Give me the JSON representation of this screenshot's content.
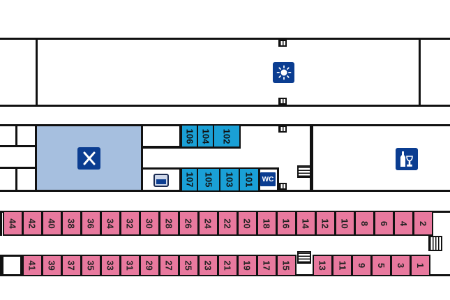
{
  "deck_plan": {
    "colors": {
      "passenger_cabin": "#e8799e",
      "crew_cabin": "#1aa0d6",
      "restaurant": "#a6bfdf",
      "icon_background": "#0b3d91"
    },
    "sun_deck": {
      "icon": "sun-icon"
    },
    "restaurant": {
      "icon": "cutlery-icon"
    },
    "bar": {
      "icon": "wine-bar-icon"
    },
    "galley": {
      "icon": "oven-icon"
    },
    "wc": {
      "label": "WC"
    },
    "crew_cabins_upper": [
      "106",
      "104",
      "102"
    ],
    "crew_cabins_lower": [
      "107",
      "105",
      "103",
      "101"
    ],
    "cabins_even": [
      "44",
      "42",
      "40",
      "38",
      "36",
      "34",
      "32",
      "30",
      "28",
      "26",
      "24",
      "22",
      "20",
      "18",
      "16",
      "14",
      "12",
      "10",
      "8",
      "6",
      "4",
      "2"
    ],
    "cabins_odd_left": [
      "41",
      "39",
      "37",
      "35",
      "33",
      "31",
      "29",
      "27",
      "25",
      "23",
      "21",
      "19",
      "17",
      "15"
    ],
    "cabins_odd_right": [
      "13",
      "11",
      "9",
      "5",
      "3",
      "1"
    ]
  }
}
